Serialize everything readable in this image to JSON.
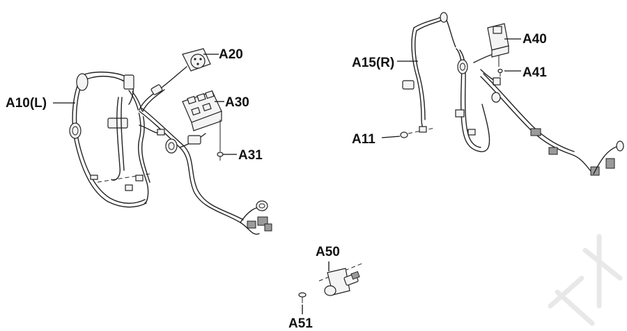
{
  "callouts": {
    "a10": "A10(L)",
    "a20": "A20",
    "a30": "A30",
    "a31": "A31",
    "a15": "A15(R)",
    "a11": "A11",
    "a40": "A40",
    "a41": "A41",
    "a50": "A50",
    "a51": "A51"
  },
  "colors": {
    "line": "#222222",
    "label": "#111111",
    "watermark": "#e8e8e8"
  }
}
